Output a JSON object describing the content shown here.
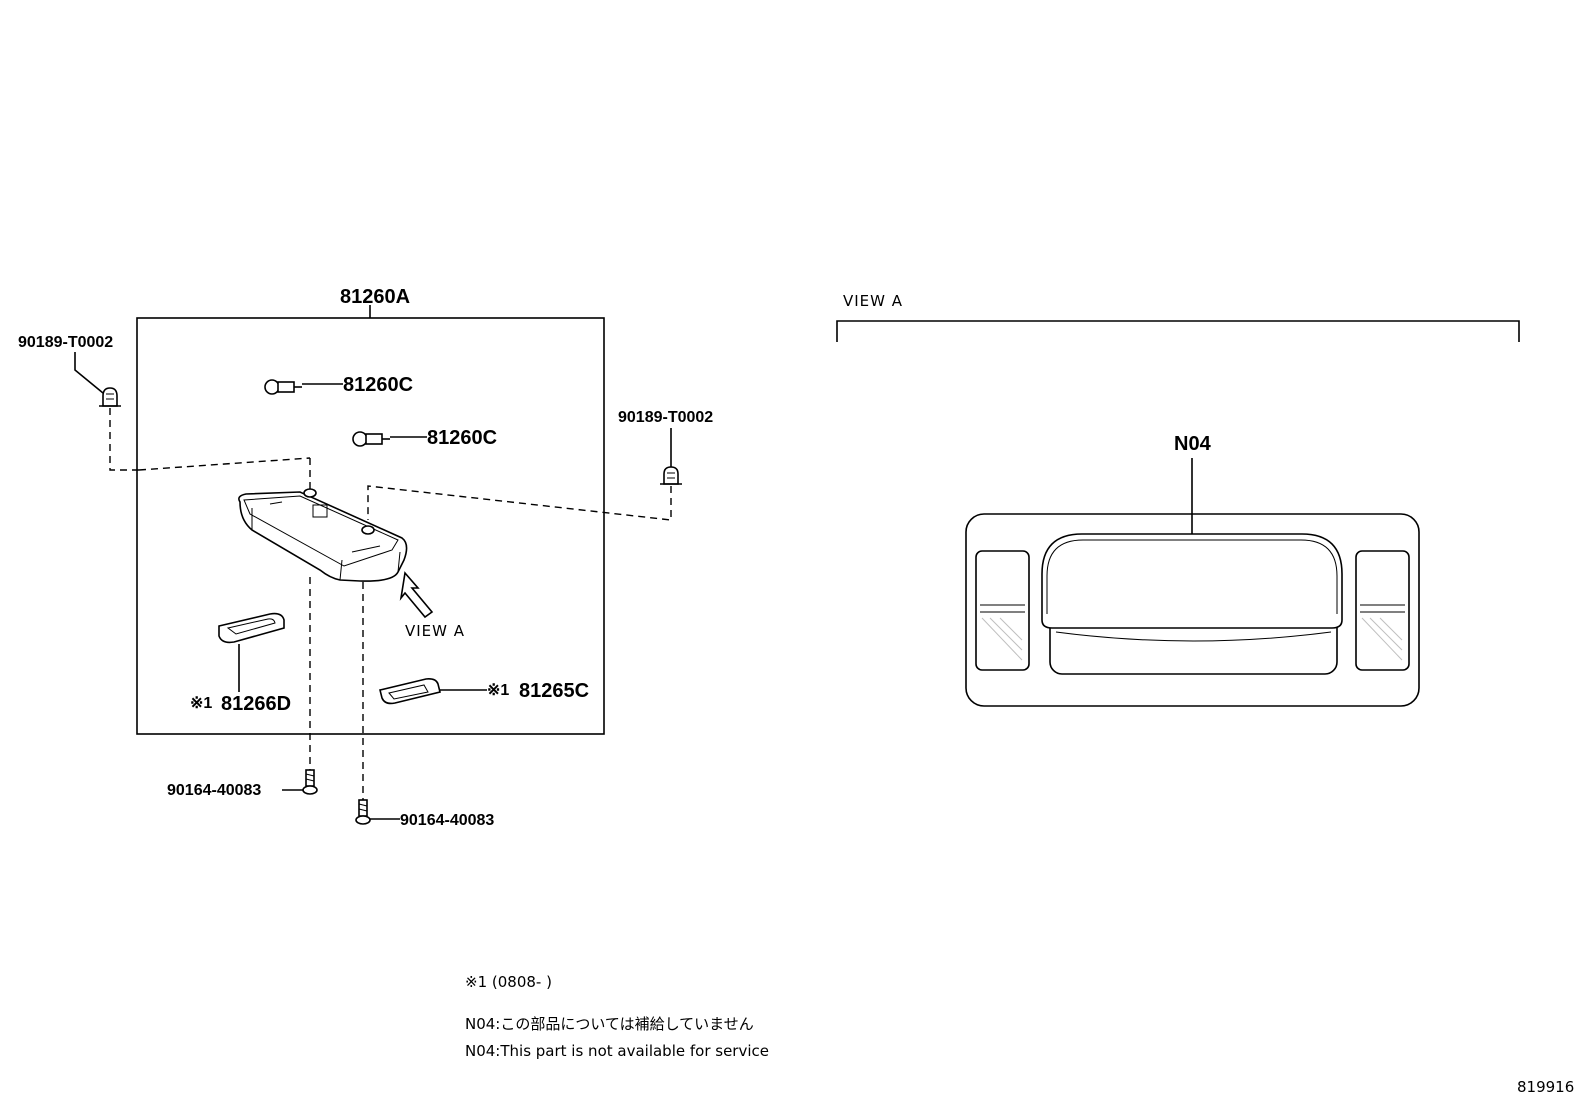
{
  "diagram": {
    "assembly": {
      "label": "81260A"
    },
    "clip_left": {
      "label": "90189-T0002"
    },
    "clip_right": {
      "label": "90189-T0002"
    },
    "bulb_upper": {
      "label": "81260C"
    },
    "bulb_lower": {
      "label": "81260C"
    },
    "lens_left": {
      "prefix": "※1",
      "label": "81266D"
    },
    "lens_right": {
      "prefix": "※1",
      "label": "81265C"
    },
    "screw_left": {
      "label": "90164-40083"
    },
    "screw_right": {
      "label": "90164-40083"
    },
    "view_arrow": {
      "label": "VIEW A"
    },
    "view_a": {
      "title": "VIEW A",
      "callout": "N04"
    }
  },
  "notes": {
    "footnote": "※1 (0808-      )",
    "n04_jp": "N04:この部品については補給していません",
    "n04_en": "N04:This part is not available for service"
  },
  "illustration_id": "819916"
}
